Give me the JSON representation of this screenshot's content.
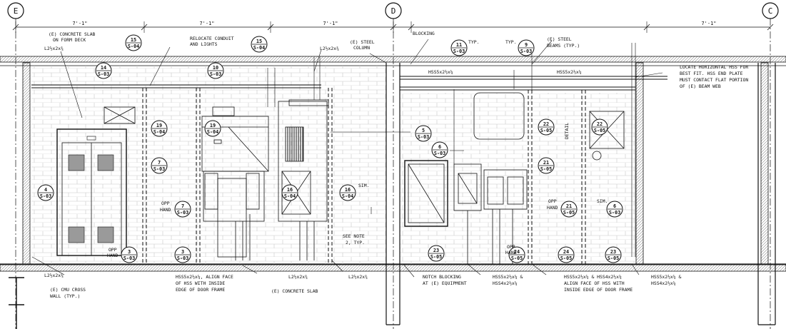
{
  "grid_lines": {
    "left": "E",
    "middle": "D",
    "right": "C"
  },
  "dimensions": [
    "7'-1\"",
    "7'-1\"",
    "7'-1\"",
    "7'-1\""
  ],
  "callouts": [
    {
      "num": "15",
      "sheet": "S-04"
    },
    {
      "num": "14",
      "sheet": "S-03"
    },
    {
      "num": "10",
      "sheet": "S-03"
    },
    {
      "num": "15",
      "sheet": "S-04"
    },
    {
      "num": "11",
      "sheet": "S-03"
    },
    {
      "num": "9",
      "sheet": "S-03"
    },
    {
      "num": "19",
      "sheet": "S-04"
    },
    {
      "num": "19",
      "sheet": "S-04"
    },
    {
      "num": "5",
      "sheet": "S-03"
    },
    {
      "num": "6",
      "sheet": "S-03"
    },
    {
      "num": "22",
      "sheet": "S-05"
    },
    {
      "num": "22",
      "sheet": "S-05"
    },
    {
      "num": "4",
      "sheet": "S-03"
    },
    {
      "num": "7",
      "sheet": "S-03"
    },
    {
      "num": "7",
      "sheet": "S-03"
    },
    {
      "num": "16",
      "sheet": "S-04"
    },
    {
      "num": "16",
      "sheet": "S-04"
    },
    {
      "num": "21",
      "sheet": "S-05"
    },
    {
      "num": "21",
      "sheet": "S-05"
    },
    {
      "num": "6",
      "sheet": "S-03"
    },
    {
      "num": "3",
      "sheet": "S-03"
    },
    {
      "num": "3",
      "sheet": "S-03"
    },
    {
      "num": "23",
      "sheet": "S-05"
    },
    {
      "num": "24",
      "sheet": "S-05"
    },
    {
      "num": "24",
      "sheet": "S-05"
    },
    {
      "num": "23",
      "sheet": "S-05"
    }
  ],
  "notes": {
    "concrete_slab_deck": [
      "(E) CONCRETE SLAB",
      "ON FORM DECK"
    ],
    "angle_top": "L2½x2x¾",
    "relocate": [
      "RELOCATE CONDUIT",
      "AND LIGHTS"
    ],
    "angle_top_2": "L2½x2x¾",
    "steel_column": [
      "(E) STEEL",
      "COLUMN"
    ],
    "blocking": "BLOCKING",
    "typ_1": "TYP.",
    "typ_2": "TYP.",
    "steel_beams": [
      "(E) STEEL",
      "BEAMS (TYP.)"
    ],
    "locate_hss": [
      "LOCATE HORIZONTAL HSS FOR",
      "BEST FIT. HSS END PLATE",
      "MUST CONTACT FLAT PORTION",
      "OF (E) BEAM WEB"
    ],
    "hss_1": "HSS5x2½x¼",
    "hss_2": "HSS5x2½x¼",
    "opp_hand_1": [
      "OPP",
      "HAND"
    ],
    "opp_hand_2": [
      "OPP",
      "HAND"
    ],
    "opp_hand_3": [
      "OPP",
      "HAND"
    ],
    "opp_hand_4": [
      "OPP",
      "HAND"
    ],
    "sim_1": "SIM.",
    "sim_2": "SIM.",
    "see_note": [
      "SEE NOTE",
      "2, TYP."
    ],
    "angle_bot_1": "L2½x2x¾",
    "cmu": [
      "(E) CMU CROSS",
      "WALL (TYP.)"
    ],
    "hss_align": [
      "HSS5x2½x¼, ALIGN FACE",
      "OF HSS WITH INSIDE",
      "EDGE OF DOOR FRAME"
    ],
    "angle_bot_2": "L2½x2x¾",
    "concrete_slab": "(E) CONCRETE SLAB",
    "angle_bot_3": "L2½x2x¾",
    "notch": [
      "NOTCH BLOCKING",
      "AT (E) EQUIPMENT"
    ],
    "hss_pair_1": [
      "HSS5x2½x¼ &",
      "HSS4x2½x¼"
    ],
    "hss_pair_2": [
      "HSS5x2½x¼ & HSS4x2½x¼",
      "ALIGN FACE OF HSS WITH",
      "INSIDE EDGE OF DOOR FRAME"
    ],
    "hss_pair_3": [
      "HSS5x2½x¼ &",
      "HSS4x2½x¼"
    ],
    "detail": "DETAIL"
  }
}
